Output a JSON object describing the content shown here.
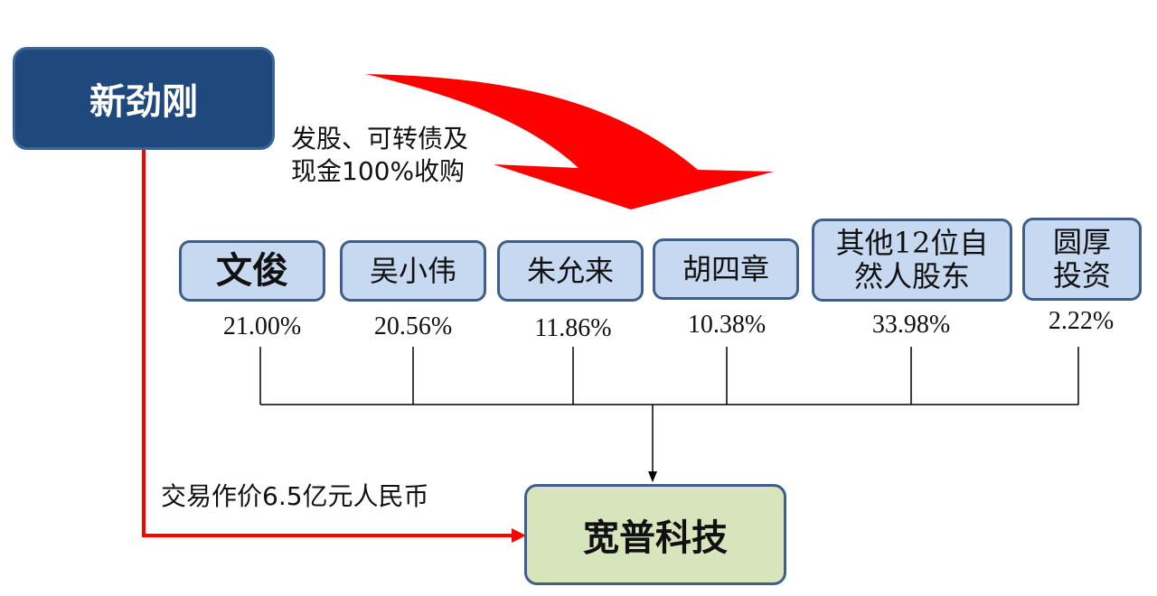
{
  "acquirer": {
    "name": "新劲刚"
  },
  "acquisition_note": {
    "line1": "发股、可转债及",
    "line2": "现金100%收购"
  },
  "shareholders": [
    {
      "name_lines": [
        "文俊"
      ],
      "percent": "21.00%"
    },
    {
      "name_lines": [
        "吴小伟"
      ],
      "percent": "20.56%"
    },
    {
      "name_lines": [
        "朱允来"
      ],
      "percent": "11.86%"
    },
    {
      "name_lines": [
        "胡四章"
      ],
      "percent": "10.38%"
    },
    {
      "name_lines": [
        "其他12位自",
        "然人股东"
      ],
      "percent": "33.98%"
    },
    {
      "name_lines": [
        "圆厚",
        "投资"
      ],
      "percent": "2.22%"
    }
  ],
  "target": {
    "name": "宽普科技"
  },
  "price_note": "交易作价6.5亿元人民币",
  "colors": {
    "acquirer_fill": "#1f497d",
    "shareholder_fill": "#c6d9f1",
    "target_fill": "#d8e4bc",
    "arrow": "#ff0000",
    "connector": "#000000"
  }
}
